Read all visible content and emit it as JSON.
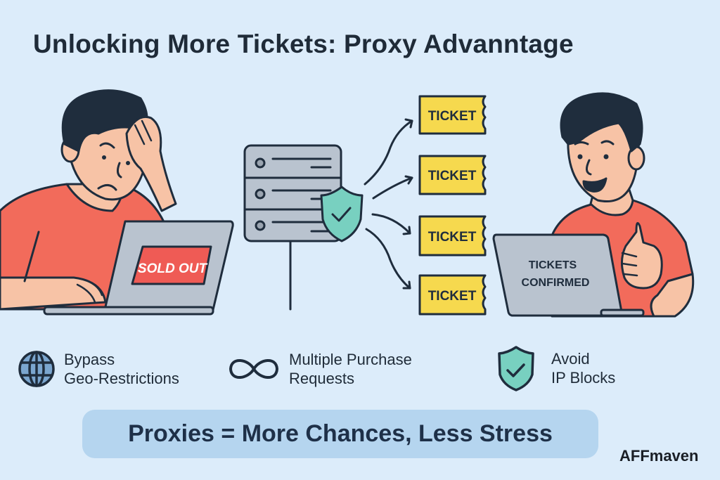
{
  "header": {
    "title": "Unlocking More Tickets: Proxy Advanntage"
  },
  "left_scene": {
    "description": "frustrated-user-at-laptop",
    "laptop_screen_text": "SOLD OUT"
  },
  "center_scene": {
    "proxy_server": "server-with-shield",
    "tickets": [
      {
        "label": "TICKET"
      },
      {
        "label": "TICKET"
      },
      {
        "label": "TICKET"
      },
      {
        "label": "TICKET"
      }
    ]
  },
  "right_scene": {
    "description": "happy-user-thumbs-up",
    "laptop_screen_line1": "TICKETS",
    "laptop_screen_line2": "CONFIRMED"
  },
  "features": [
    {
      "icon": "globe-icon",
      "line1": "Bypass",
      "line2": "Geo-Restrictions"
    },
    {
      "icon": "infinity-icon",
      "line1": "Multiple Purchase",
      "line2": "Requests"
    },
    {
      "icon": "shield-check-icon",
      "line1": "Avoid",
      "line2": "IP Blocks"
    }
  ],
  "banner": {
    "text": "Proxies = More Chances, Less Stress"
  },
  "brand": {
    "name": "AFFmaven"
  },
  "colors": {
    "background": "#dcecfa",
    "shirt": "#f26b5b",
    "skin": "#f7c3a6",
    "hair": "#1f2d3d",
    "laptop": "#b9c3cf",
    "sold_out": "#ef5b55",
    "ticket": "#f6d94e",
    "shield": "#78d0c0",
    "banner": "#b5d5ef"
  }
}
